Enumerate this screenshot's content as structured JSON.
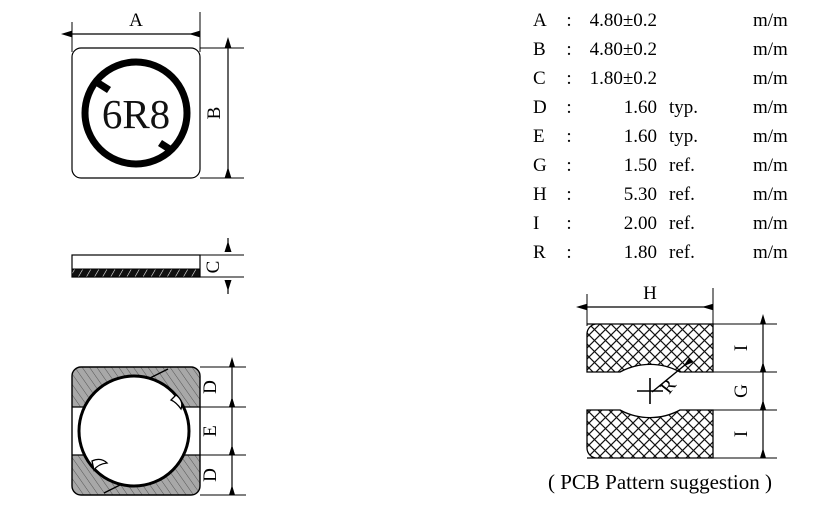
{
  "document": {
    "type": "mechanical-outline-drawing",
    "part_marking": "6R8"
  },
  "spec_table": {
    "rows": [
      {
        "symbol": "A",
        "colon": ":",
        "value": "4.80±0.2",
        "note": "",
        "unit": "m/m"
      },
      {
        "symbol": "B",
        "colon": ":",
        "value": "4.80±0.2",
        "note": "",
        "unit": "m/m"
      },
      {
        "symbol": "C",
        "colon": ":",
        "value": "1.80±0.2",
        "note": "",
        "unit": "m/m"
      },
      {
        "symbol": "D",
        "colon": ":",
        "value": "1.60",
        "note": "typ.",
        "unit": "m/m"
      },
      {
        "symbol": "E",
        "colon": ":",
        "value": "1.60",
        "note": "typ.",
        "unit": "m/m"
      },
      {
        "symbol": "G",
        "colon": ":",
        "value": "1.50",
        "note": "ref.",
        "unit": "m/m"
      },
      {
        "symbol": "H",
        "colon": ":",
        "value": "5.30",
        "note": "ref.",
        "unit": "m/m"
      },
      {
        "symbol": "I",
        "colon": ":",
        "value": "2.00",
        "note": "ref.",
        "unit": "m/m"
      },
      {
        "symbol": "R",
        "colon": ":",
        "value": "1.80",
        "note": "ref.",
        "unit": "m/m"
      }
    ]
  },
  "views": {
    "top_view": {
      "marking": "6R8",
      "dim_width_label": "A",
      "dim_height_label": "B"
    },
    "side_view": {
      "dim_thickness_label": "C"
    },
    "bottom_view": {
      "dim_labels": [
        "D",
        "E",
        "D"
      ]
    },
    "pcb_pattern": {
      "caption": "( PCB Pattern suggestion )",
      "dim_width_label": "H",
      "dim_pad_top_label": "I",
      "dim_gap_label": "G",
      "dim_pad_bottom_label": "I",
      "dim_radius_label": "R"
    }
  },
  "colors": {
    "line": "#000000",
    "background": "#ffffff",
    "terminal_fill": "#a8a8a8",
    "hatch": "#000000"
  }
}
